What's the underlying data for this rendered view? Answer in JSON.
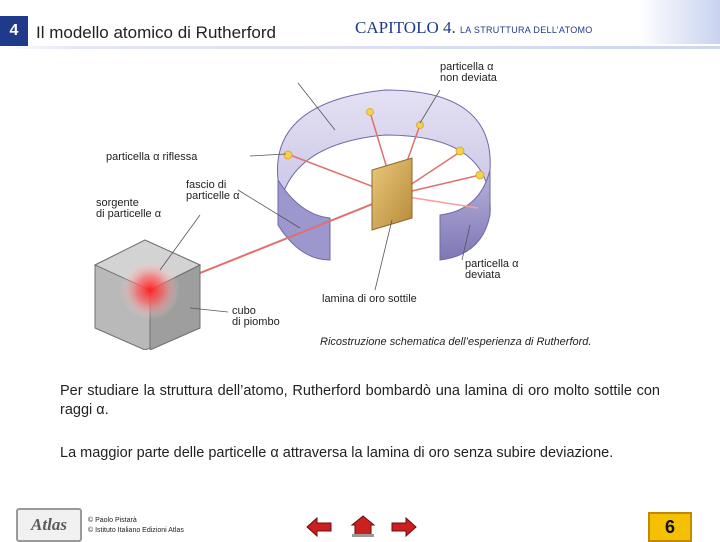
{
  "header": {
    "slide_number": "4",
    "title": "Il modello atomico di Rutherford",
    "chapter": "CAPITOLO 4.",
    "chapter_subtitle": "LA STRUTTURA DELL’ATOMO"
  },
  "diagram": {
    "labels": {
      "particle_undeviated": [
        "particella α",
        "non deviata"
      ],
      "particle_reflected": "particella α riflessa",
      "alpha_beam": [
        "fascio di",
        "particelle α"
      ],
      "alpha_source": [
        "sorgente",
        "di particelle α"
      ],
      "particle_deviated": [
        "particella α",
        "deviata"
      ],
      "gold_foil": "lamina di oro sottile",
      "lead_cube": [
        "cubo",
        "di piombo"
      ]
    },
    "caption": "Ricostruzione schematica dell’esperienza di Rutherford."
  },
  "body": {
    "paragraph1": "Per studiare la struttura dell’atomo, Rutherford bombardò una lamina di oro molto sottile con raggi α.",
    "paragraph2": "La maggior parte delle particelle α attraversa la lamina di oro senza subire deviazione."
  },
  "footer": {
    "logo_text": "Atlas",
    "credit_author": "© Paolo Pistarà",
    "credit_publisher": "© Istituto Italiano Edizioni Atlas",
    "page_number": "6",
    "colors": {
      "nav_arrow": "#cc1f1f",
      "page_badge": "#f5c000",
      "accent": "#1f3a8a"
    }
  }
}
